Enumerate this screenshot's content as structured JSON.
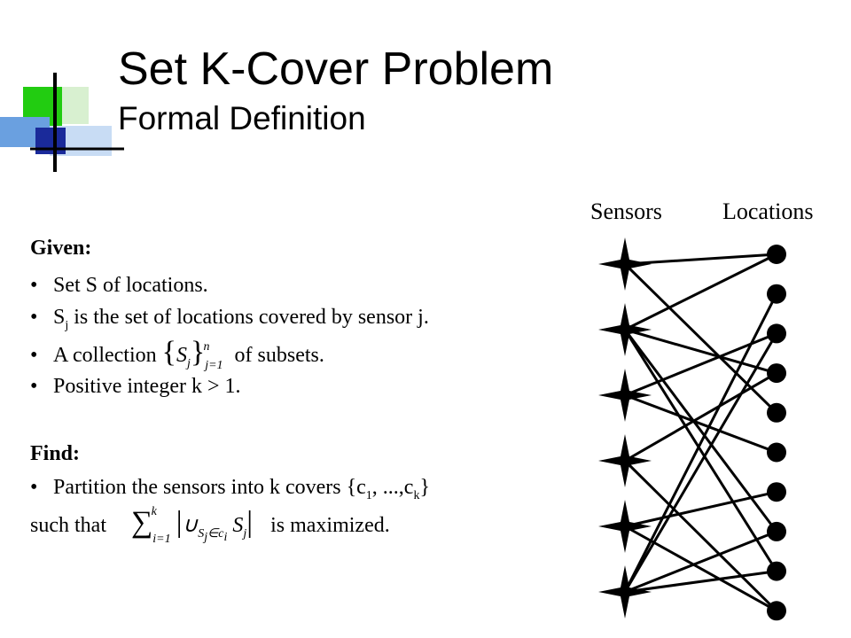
{
  "slide": {
    "title": "Set K-Cover Problem",
    "subtitle": "Formal Definition"
  },
  "given": {
    "heading": "Given:",
    "bullets": {
      "b1": "Set S of locations.",
      "b2_pre": "S",
      "b2_sub": "j",
      "b2_post": " is the set of locations covered by sensor j.",
      "b3_pre": "A collection ",
      "b3_math": "{S_j}_{j=1}^{n}",
      "b3_post": " of subsets.",
      "b4": "Positive integer k > 1."
    }
  },
  "find": {
    "heading": "Find:",
    "line1_pre": "Partition the sensors into k covers {c",
    "line1_sub1": "1",
    "line1_mid": ", ...,c",
    "line1_sub2": "k",
    "line1_post": "}",
    "line2_pre": "such that ",
    "line2_math": "∑_{i=1}^{k} |∪_{S_j ∈ c_i} S_j|",
    "line2_post": " is maximized."
  },
  "diagram": {
    "sensors_label": "Sensors",
    "locations_label": "Locations",
    "sensor_count": 6,
    "location_count": 10,
    "edges": [
      [
        0,
        0
      ],
      [
        0,
        4
      ],
      [
        1,
        0
      ],
      [
        1,
        3
      ],
      [
        1,
        7
      ],
      [
        1,
        8
      ],
      [
        2,
        2
      ],
      [
        2,
        5
      ],
      [
        3,
        3
      ],
      [
        3,
        9
      ],
      [
        4,
        6
      ],
      [
        4,
        9
      ],
      [
        5,
        1
      ],
      [
        5,
        2
      ],
      [
        5,
        7
      ],
      [
        5,
        8
      ]
    ]
  }
}
